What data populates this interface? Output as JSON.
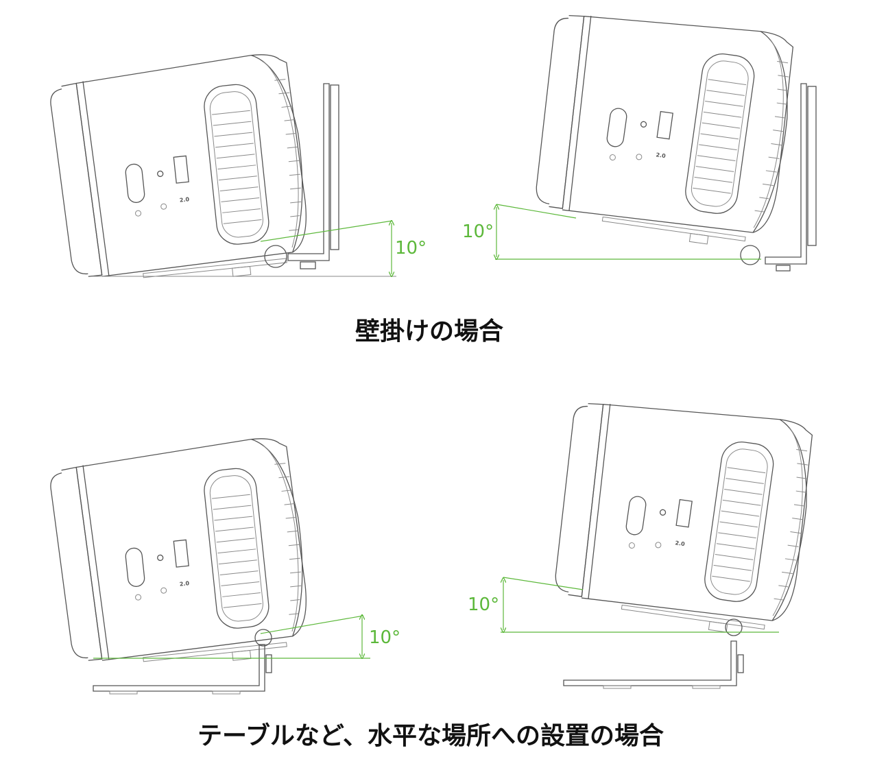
{
  "captions": {
    "wall_mount": "壁掛けの場合",
    "table_mount": "テーブルなど、水平な場所への設置の場合"
  },
  "angle_labels": [
    "10°",
    "10°",
    "10°",
    "10°"
  ],
  "projector_labels": {
    "usb": "2.0"
  },
  "colors": {
    "accent": "#5cb83a",
    "line": "#555555"
  }
}
